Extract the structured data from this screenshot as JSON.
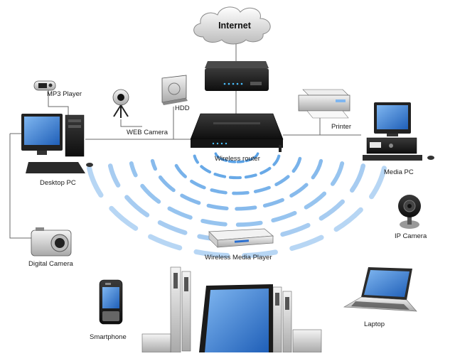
{
  "colors": {
    "wave": "#3b8fe0",
    "line": "#6a6a6a",
    "device_dark": "#1c1c1c",
    "screen_blue": "#3d7fd6"
  },
  "nodes": {
    "internet": {
      "label": "Internet",
      "icon": "cloud-icon"
    },
    "modem": {
      "label": "",
      "icon": "modem-icon"
    },
    "router": {
      "label": "Wireless router",
      "icon": "router-icon"
    },
    "mp3": {
      "label": "MP3 Player",
      "icon": "mp3-player-icon"
    },
    "webcam": {
      "label": "WEB Camera",
      "icon": "web-camera-icon"
    },
    "hdd": {
      "label": "HDD",
      "icon": "hdd-icon"
    },
    "printer": {
      "label": "Printer",
      "icon": "printer-icon"
    },
    "desktop": {
      "label": "Desktop PC",
      "icon": "desktop-pc-icon"
    },
    "mediapc": {
      "label": "Media PC",
      "icon": "media-pc-icon"
    },
    "ipcam": {
      "label": "IP Camera",
      "icon": "ip-camera-icon"
    },
    "digicam": {
      "label": "Digital Camera",
      "icon": "digital-camera-icon"
    },
    "wmp": {
      "label": "Wireless Media Player",
      "icon": "media-player-icon"
    },
    "laptop": {
      "label": "Laptop",
      "icon": "laptop-icon"
    },
    "phone": {
      "label": "Smartphone",
      "icon": "smartphone-icon"
    },
    "tv": {
      "label": "",
      "icon": "home-theater-icon"
    }
  }
}
